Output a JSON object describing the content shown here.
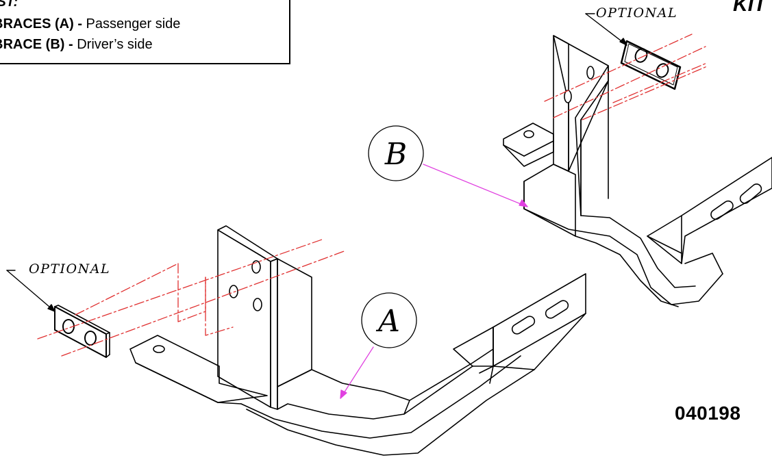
{
  "parts_list": {
    "heading": "IST:",
    "items": [
      {
        "name": "BRACES (A) -",
        "desc": " Passenger side"
      },
      {
        "name": "BRACE (B) -",
        "desc": " Driver’s side"
      }
    ]
  },
  "kit_label": "KIT",
  "drawing_number": "040198",
  "callouts": {
    "optional_top": "OPTIONAL",
    "optional_left": "OPTIONAL",
    "balloon_a": "A",
    "balloon_b": "B"
  },
  "colors": {
    "centerline": "#e03030",
    "leader_arrow": "#e040e0",
    "ink": "#000000"
  }
}
